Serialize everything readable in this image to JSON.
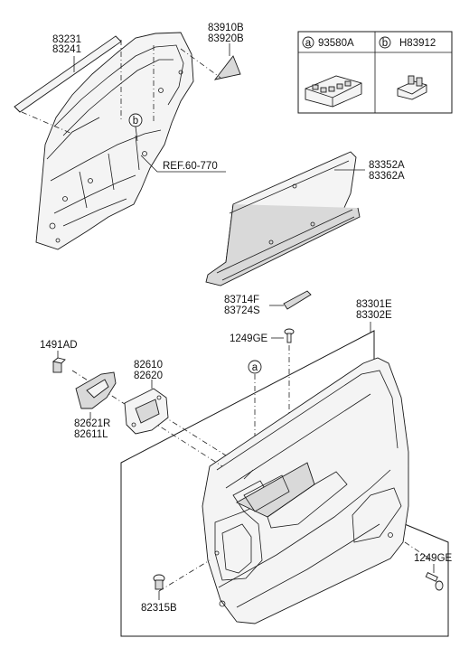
{
  "labels": {
    "l83231": "83231",
    "l83241": "83241",
    "l83910B": "83910B",
    "l83920B": "83920B",
    "ref": "REF.60-770",
    "l83352A": "83352A",
    "l83362A": "83362A",
    "l83714F": "83714F",
    "l83724S": "83724S",
    "l83301E": "83301E",
    "l83302E": "83302E",
    "l1249GE_top": "1249GE",
    "l1491AD": "1491AD",
    "l82610": "82610",
    "l82620": "82620",
    "l82621R": "82621R",
    "l82611L": "82611L",
    "l1249GE_right": "1249GE",
    "l82315B": "82315B"
  },
  "legend": {
    "a_marker": "a",
    "a_part": "93580A",
    "b_marker": "b",
    "b_part": "H83912"
  },
  "callouts": {
    "a": "a",
    "b": "b"
  }
}
